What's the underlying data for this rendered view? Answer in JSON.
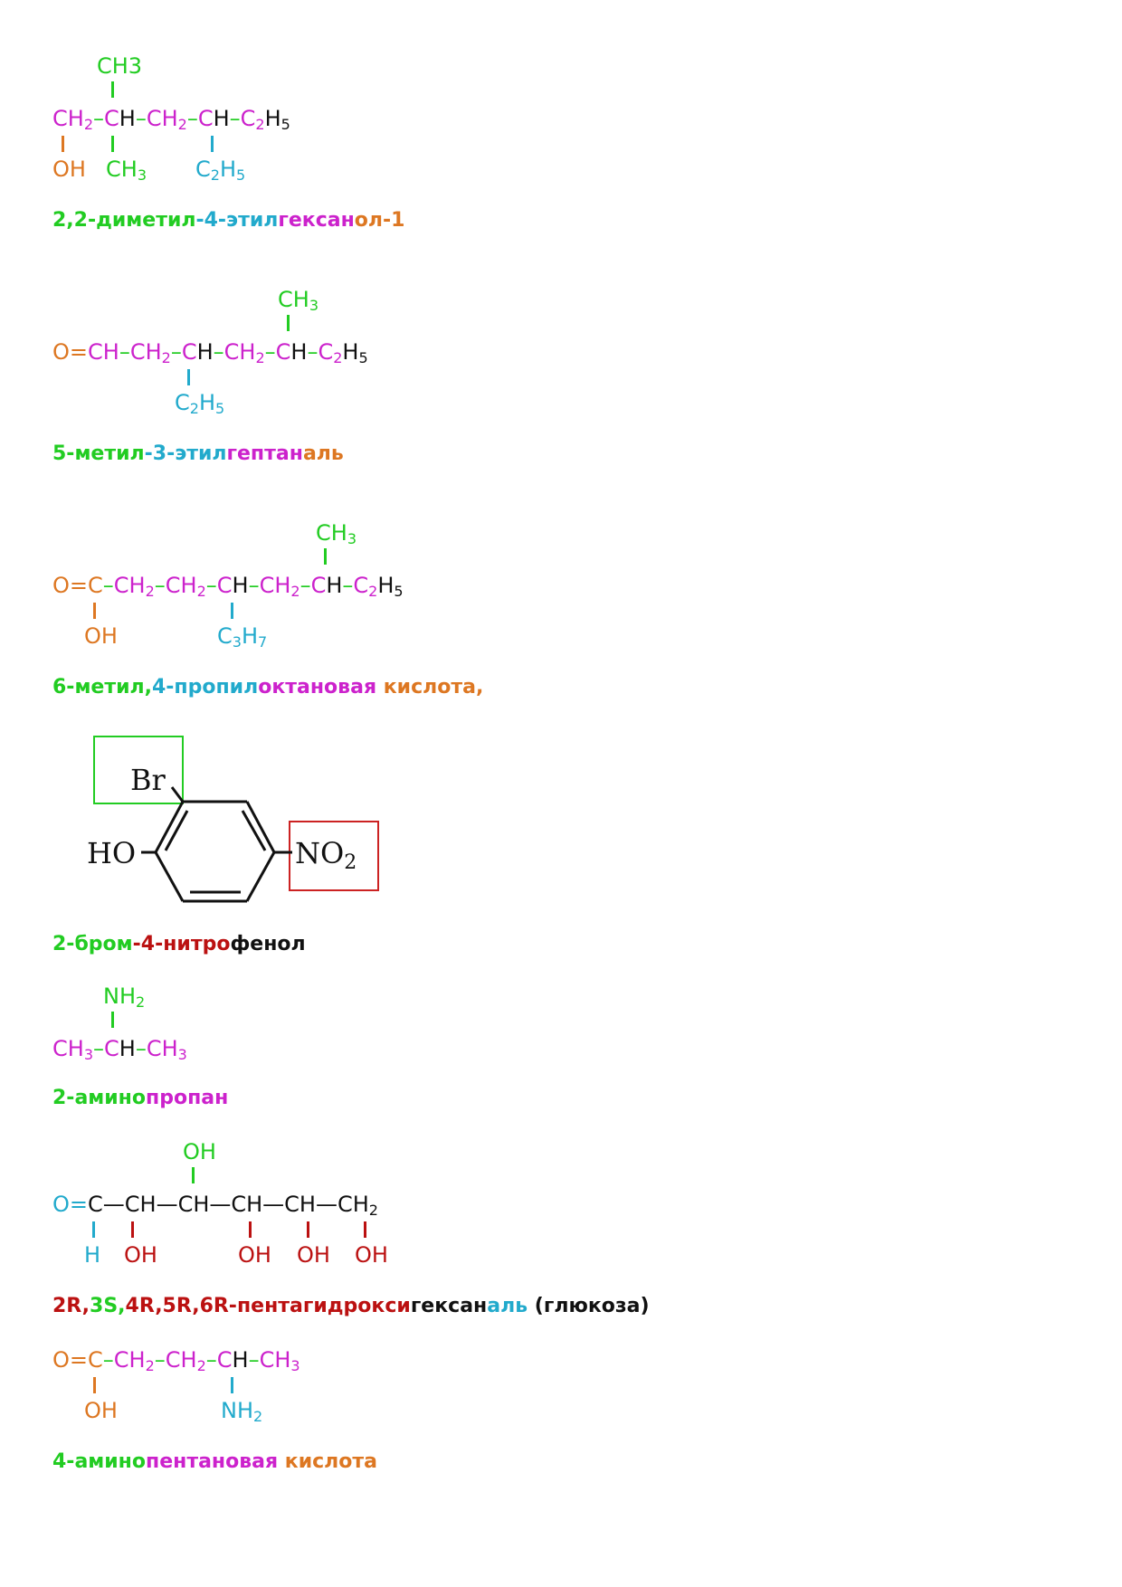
{
  "colors": {
    "green": "#22cc22",
    "magenta": "#cc22cc",
    "orange": "#dd7722",
    "cyan": "#22aacc",
    "black": "#111111",
    "red": "#bb1111"
  },
  "s1": {
    "top": "CH3",
    "chain": [
      [
        "CH",
        "m"
      ],
      [
        "2",
        "m-sub"
      ],
      [
        "–",
        "g"
      ],
      [
        "C",
        "m"
      ],
      [
        "H",
        "k"
      ],
      [
        "–",
        "g"
      ],
      [
        "CH",
        "m"
      ],
      [
        "2",
        "m-sub"
      ],
      [
        "–",
        "g"
      ],
      [
        "C",
        "m"
      ],
      [
        "H",
        "k"
      ],
      [
        "–",
        "g"
      ],
      [
        "C",
        "m"
      ],
      [
        "2",
        "m-sub"
      ],
      [
        "H",
        "k"
      ],
      [
        "5",
        "k-sub"
      ]
    ],
    "oh": "OH",
    "ch3": [
      "CH",
      "3"
    ],
    "c2h5": [
      "C",
      "2",
      "H",
      "5"
    ],
    "name": [
      [
        "2,2-диметил",
        "g"
      ],
      [
        "-4-этил",
        "c"
      ],
      [
        "гексан",
        "m"
      ],
      [
        "ол-1",
        "o"
      ]
    ]
  },
  "s2": {
    "top": [
      "CH",
      "3"
    ],
    "chain": [
      [
        "O=",
        "o"
      ],
      [
        "CH",
        "m"
      ],
      [
        "–",
        "g"
      ],
      [
        "CH",
        "m"
      ],
      [
        "2",
        "m-sub"
      ],
      [
        "–",
        "g"
      ],
      [
        "C",
        "m"
      ],
      [
        "H",
        "k"
      ],
      [
        "–",
        "g"
      ],
      [
        "CH",
        "m"
      ],
      [
        "2",
        "m-sub"
      ],
      [
        "–",
        "g"
      ],
      [
        "C",
        "m"
      ],
      [
        "H",
        "k"
      ],
      [
        "–",
        "g"
      ],
      [
        "C",
        "m"
      ],
      [
        "2",
        "m-sub"
      ],
      [
        "H",
        "k"
      ],
      [
        "5",
        "k-sub"
      ]
    ],
    "c2h5": [
      "C",
      "2",
      "H",
      "5"
    ],
    "name": [
      [
        "5-метил",
        "g"
      ],
      [
        "-3-этил",
        "c"
      ],
      [
        "гептан",
        "m"
      ],
      [
        "аль",
        "o"
      ]
    ]
  },
  "s3": {
    "top": [
      "CH",
      "3"
    ],
    "chain": [
      [
        "O=C",
        "o"
      ],
      [
        "–",
        "g"
      ],
      [
        "CH",
        "m"
      ],
      [
        "2",
        "m-sub"
      ],
      [
        "–",
        "g"
      ],
      [
        "CH",
        "m"
      ],
      [
        "2",
        "m-sub"
      ],
      [
        "–",
        "g"
      ],
      [
        "C",
        "m"
      ],
      [
        "H",
        "k"
      ],
      [
        "–",
        "g"
      ],
      [
        "CH",
        "m"
      ],
      [
        "2",
        "m-sub"
      ],
      [
        "–",
        "g"
      ],
      [
        "C",
        "m"
      ],
      [
        "H",
        "k"
      ],
      [
        "–",
        "g"
      ],
      [
        "C",
        "m"
      ],
      [
        "2",
        "m-sub"
      ],
      [
        "H",
        "k"
      ],
      [
        "5",
        "k-sub"
      ]
    ],
    "oh": "OH",
    "c3h7": [
      "C",
      "3",
      "H",
      "7"
    ],
    "name": [
      [
        "6-метил,",
        "g"
      ],
      [
        "4-пропил",
        "c"
      ],
      [
        "октановая ",
        "m"
      ],
      [
        "кислота,",
        "o"
      ]
    ]
  },
  "s4": {
    "br": "Br",
    "ho": "HO",
    "no2": [
      "NO",
      "2"
    ],
    "name": [
      [
        "2-бром",
        "g"
      ],
      [
        "-4-нитро",
        "r"
      ],
      [
        "фенол",
        "k"
      ]
    ]
  },
  "s5": {
    "top": [
      "NH",
      "2"
    ],
    "chain": [
      [
        "CH",
        "m"
      ],
      [
        "3",
        "m-sub"
      ],
      [
        "–",
        "g"
      ],
      [
        "C",
        "m"
      ],
      [
        "H",
        "k"
      ],
      [
        "–",
        "g"
      ],
      [
        "CH",
        "m"
      ],
      [
        "3",
        "m-sub"
      ]
    ],
    "name": [
      [
        "2-амино",
        "g"
      ],
      [
        "пропан",
        "m"
      ]
    ]
  },
  "s6": {
    "top": "OH",
    "chain_o": "O=",
    "chain_rest": "C—CH—CH—CH—CH—CH",
    "chain_sub": "2",
    "h": "H",
    "oh": "OH",
    "name": [
      [
        "2R,",
        "r"
      ],
      [
        "3S,",
        "g"
      ],
      [
        "4R,",
        "r"
      ],
      [
        "5R,",
        "r"
      ],
      [
        "6R-",
        "r"
      ],
      [
        "пентагидрокси",
        "r"
      ],
      [
        "гексан",
        "k"
      ],
      [
        "аль",
        "c"
      ],
      [
        " (глюкоза)",
        "k"
      ]
    ]
  },
  "s7": {
    "chain": [
      [
        "O=C",
        "o"
      ],
      [
        "–",
        "g"
      ],
      [
        "CH",
        "m"
      ],
      [
        "2",
        "m-sub"
      ],
      [
        "–",
        "g"
      ],
      [
        "CH",
        "m"
      ],
      [
        "2",
        "m-sub"
      ],
      [
        "–",
        "g"
      ],
      [
        "C",
        "m"
      ],
      [
        "H",
        "k"
      ],
      [
        "–",
        "g"
      ],
      [
        "CH",
        "m"
      ],
      [
        "3",
        "m-sub"
      ]
    ],
    "oh": "OH",
    "nh2": [
      "NH",
      "2"
    ],
    "name": [
      [
        "4-амино",
        "g"
      ],
      [
        "пентановая ",
        "m"
      ],
      [
        "кислота",
        "o"
      ]
    ]
  }
}
